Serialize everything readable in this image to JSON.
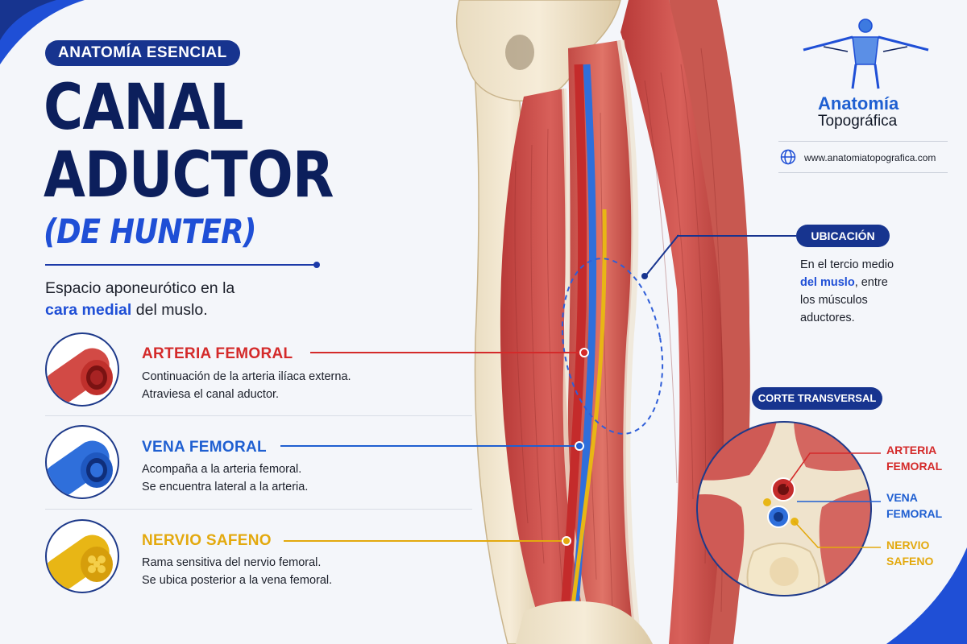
{
  "header": {
    "badge": "ANATOMÍA ESENCIAL",
    "title_line1": "CANAL",
    "title_line2": "ADUCTOR",
    "title_line3": "(DE HUNTER)"
  },
  "intro": {
    "part1": "Espacio aponeurótico en la",
    "highlight": "cara medial",
    "part2": "del muslo."
  },
  "structures": [
    {
      "name": "ARTERIA FEMORAL",
      "line1": "Continuación de la arteria ilíaca externa.",
      "line2": "Atraviesa el canal aductor.",
      "color": "#d42a2a"
    },
    {
      "name": "VENA FEMORAL",
      "line1": "Acompaña a la arteria femoral.",
      "line2": "Se encuentra lateral a la arteria.",
      "color": "#1f5fd1"
    },
    {
      "name": "NERVIO SAFENO",
      "line1": "Rama sensitiva del nervio femoral.",
      "line2": "Se ubica posterior a la vena femoral.",
      "color": "#e3a90e"
    }
  ],
  "brand": {
    "name_line1": "Anatomía",
    "name_line2": "Topográfica",
    "url": "www.anatomiatopografica.com",
    "icon": "globe-icon",
    "logo_icon": "human-figure-logo"
  },
  "location": {
    "label": "UBICACIÓN",
    "part1": "En el tercio medio",
    "highlight": "del muslo",
    "part2": ", entre",
    "part3": "los músculos",
    "part4": "aductores."
  },
  "cross_section": {
    "label": "CORTE TRANSVERSAL",
    "artery_l1": "ARTERIA",
    "artery_l2": "FEMORAL",
    "vein_l1": "VENA",
    "vein_l2": "FEMORAL",
    "nerve_l1": "NERVIO",
    "nerve_l2": "SAFENO"
  },
  "colors": {
    "navy": "#17348f",
    "title": "#0c1f5c",
    "accent_blue": "#1f4fd6",
    "artery": "#d42a2a",
    "vein": "#1f5fd1",
    "nerve": "#e3a90e"
  }
}
